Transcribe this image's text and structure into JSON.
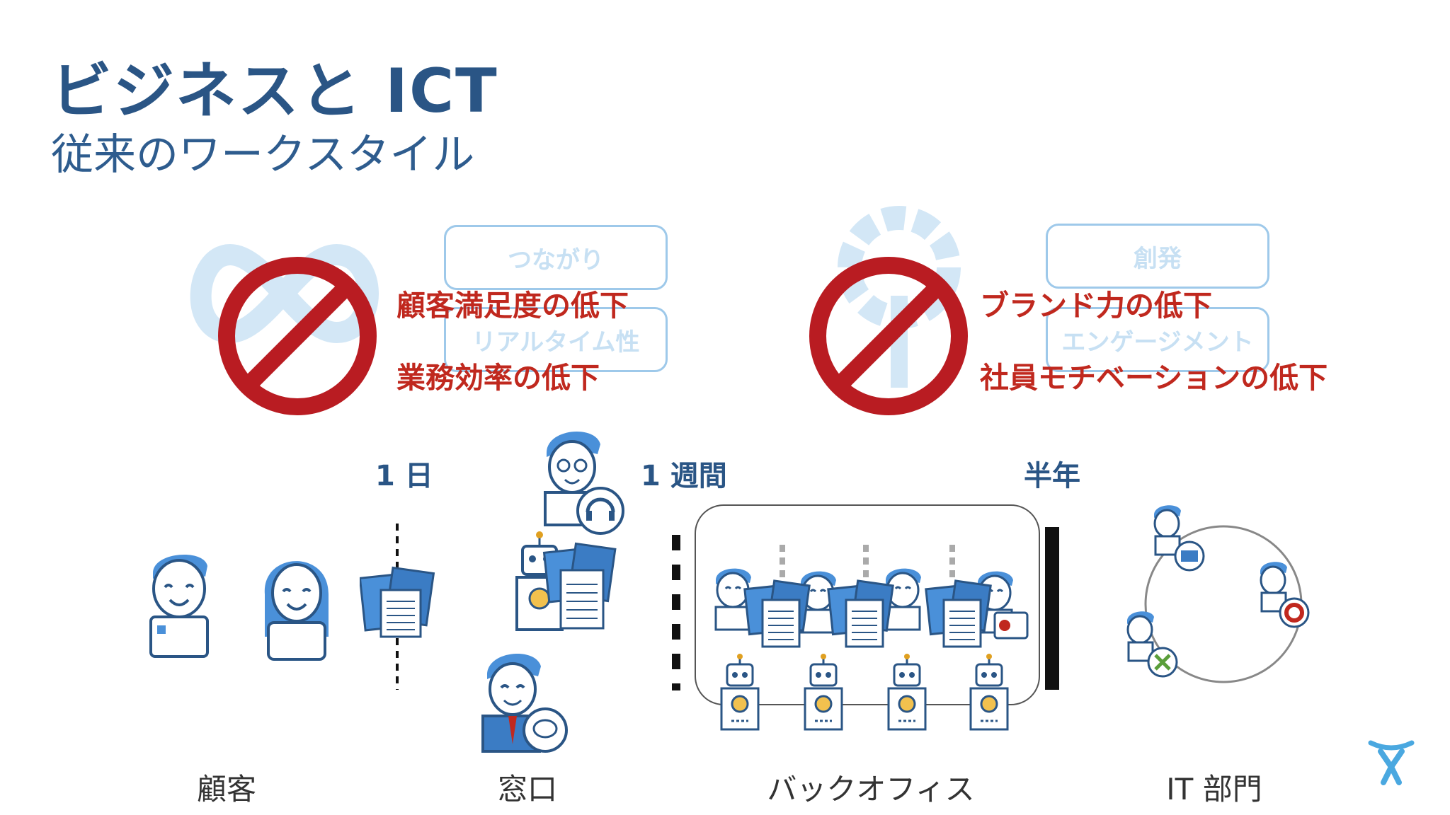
{
  "title": "ビジネスと ICT",
  "subtitle": "従来のワークスタイル",
  "left_panel": {
    "faded_boxes": [
      "つながり",
      "リアルタイム性"
    ],
    "issues": [
      "顧客満足度の低下",
      "業務効率の低下"
    ]
  },
  "right_panel": {
    "faded_boxes": [
      "創発",
      "エンゲージメント"
    ],
    "issues": [
      "ブランド力の低下",
      "社員モチベーションの低下"
    ]
  },
  "timeline": {
    "day": "1 日",
    "week": "1 週間",
    "halfyear": "半年"
  },
  "sections": {
    "customer": "顧客",
    "window": "窓口",
    "backoffice": "バックオフィス",
    "it": "IT 部門"
  },
  "colors": {
    "title": "#2a5585",
    "warning": "#c0281e",
    "accent": "#4a90d9",
    "prohibit": "#b91c22"
  }
}
